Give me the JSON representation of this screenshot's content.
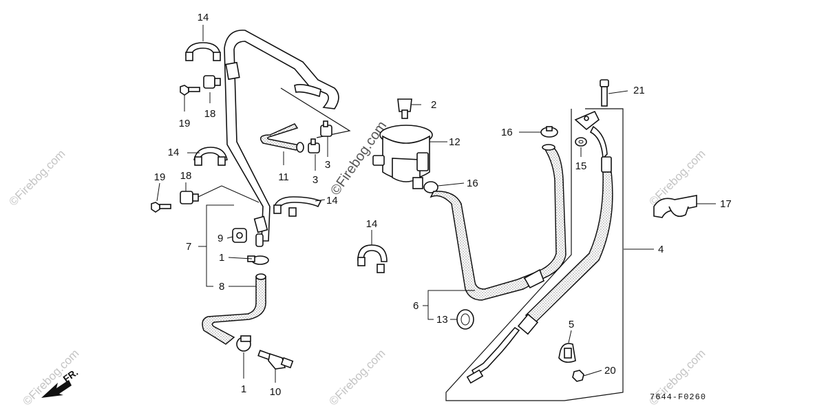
{
  "diagram": {
    "callouts": [
      "1",
      "2",
      "3",
      "4",
      "5",
      "6",
      "7",
      "8",
      "9",
      "10",
      "11",
      "12",
      "13",
      "14",
      "15",
      "16",
      "17",
      "18",
      "19",
      "20",
      "21"
    ],
    "diagram_code": "7644-F0260",
    "direction_label": "FR.",
    "watermark": "©Firebog.com"
  }
}
